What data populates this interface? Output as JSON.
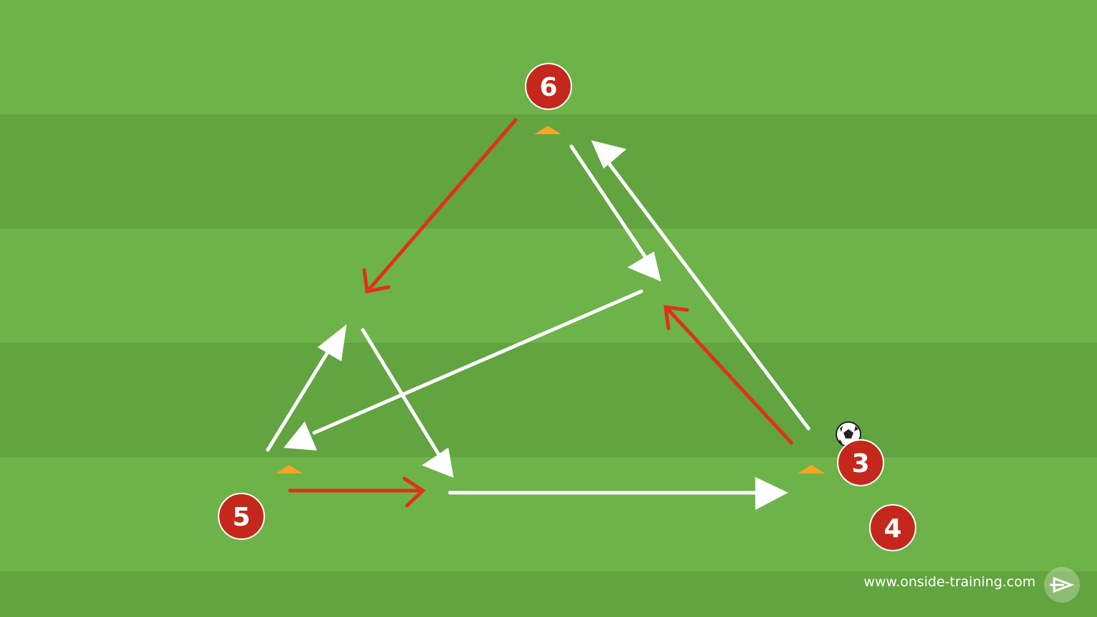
{
  "players": [
    {
      "id": "p6",
      "label": "6"
    },
    {
      "id": "p5",
      "label": "5"
    },
    {
      "id": "p3",
      "label": "3"
    },
    {
      "id": "p4",
      "label": "4"
    }
  ],
  "footer": {
    "website": "www.onside-training.com"
  },
  "colors": {
    "pitch_dark": "#62a440",
    "pitch_light": "#6db349",
    "player_fill": "#c4281c",
    "cone": "#f5a623",
    "run_arrow": "#e0301e",
    "pass_arrow": "#ffffff"
  },
  "icons": {
    "ball": "soccer-ball-icon",
    "cone": "cone-icon",
    "logo": "onside-logo-icon"
  }
}
